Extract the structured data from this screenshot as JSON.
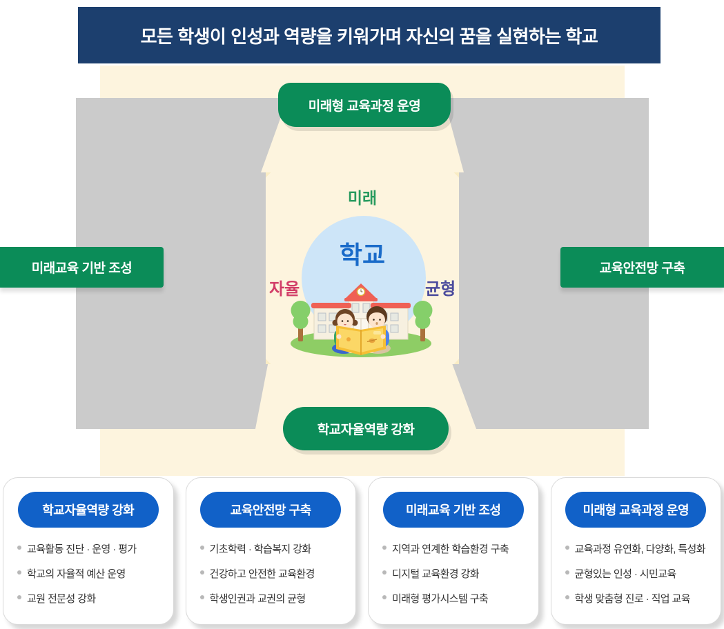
{
  "banner": {
    "title": "모든 학생이 인성과 역량을 키워가며 자신의 꿈을 실현하는 학교"
  },
  "diagram": {
    "top_badge": "미래형 교육과정 운영",
    "left_badge": "미래교육 기반 조성",
    "right_badge": "교육안전망 구축",
    "bottom_badge": "학교자율역량 강화",
    "center": {
      "top_word": "미래",
      "main_word": "학교",
      "left_word": "자율",
      "right_word": "균형"
    },
    "colors": {
      "banner_navy": "#1c3f6e",
      "badge_green": "#0b8c58",
      "pill_blue": "#1161c8",
      "cream_light": "#fdf4de",
      "cream_dark": "#f9ecc4",
      "backdrop_gray": "#cbcbcb",
      "circle_blue": "#cde5f8",
      "word_green": "#279a5e",
      "word_blue": "#1a6bc9",
      "word_crimson": "#d23d68",
      "word_indigo": "#4a4a9c"
    }
  },
  "cards": [
    {
      "title": "학교자율역량 강화",
      "items": [
        "교육활동 진단 · 운영 · 평가",
        "학교의 자율적 예산 운영",
        "교원 전문성 강화"
      ]
    },
    {
      "title": "교육안전망 구축",
      "items": [
        "기초학력 · 학습복지 강화",
        "건강하고 안전한 교육환경",
        "학생인권과 교권의 균형"
      ]
    },
    {
      "title": "미래교육 기반 조성",
      "items": [
        "지역과 연계한 학습환경 구축",
        "디지털 교육환경 강화",
        "미래형 평가시스템 구축"
      ]
    },
    {
      "title": "미래형 교육과정 운영",
      "items": [
        "교육과정 유연화, 다양화, 특성화",
        "균형있는 인성 · 시민교육",
        "학생 맞춤형 진로 · 직업 교육"
      ]
    }
  ]
}
